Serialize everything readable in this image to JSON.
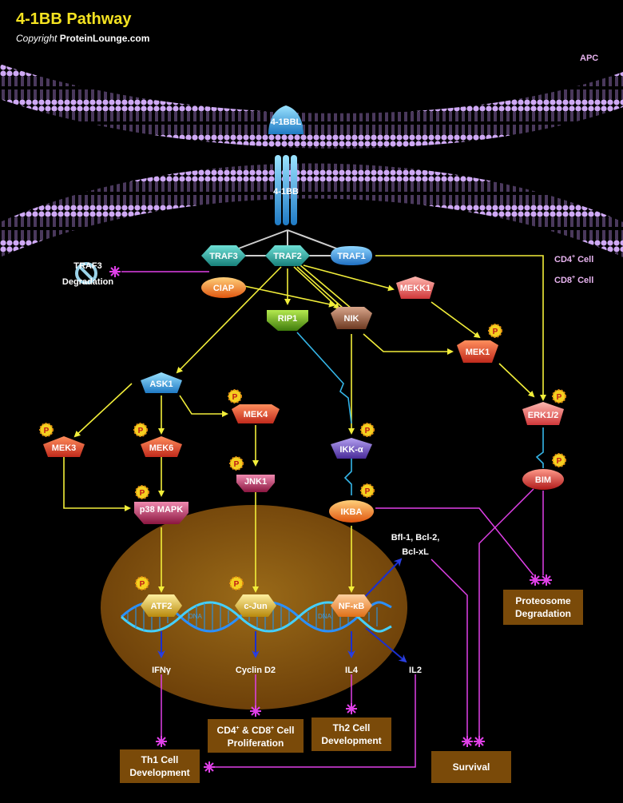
{
  "header": {
    "title": "4-1BB Pathway",
    "copyright_prefix": "Copyright",
    "copyright_site": "ProteinLounge.com"
  },
  "labels": {
    "apc": "APC",
    "cd4_cell": "CD4",
    "cd8_cell": "CD8",
    "cell_suffix": "Cell",
    "plus": "+",
    "traf3_degradation_1": "TRAF3",
    "traf3_degradation_2": "Degradation",
    "bfl_1": "Bfl-1, Bcl-2,",
    "bfl_2": "Bcl-xL",
    "dna": "DNA"
  },
  "nodes": {
    "ligand": "4-1BBL",
    "receptor": "4-1BB",
    "traf3": "TRAF3",
    "traf2": "TRAF2",
    "traf1": "TRAF1",
    "ciap": "CIAP",
    "mekk1": "MEKK1",
    "rip1": "RIP1",
    "nik": "NIK",
    "mek1": "MEK1",
    "ask1": "ASK1",
    "mek3": "MEK3",
    "mek6": "MEK6",
    "mek4": "MEK4",
    "ikka": "IKK-α",
    "erk12": "ERK1/2",
    "jnk1": "JNK1",
    "p38": "p38 MAPK",
    "ikba": "IKBA",
    "bim": "BIM",
    "atf2": "ATF2",
    "cjun": "c-Jun",
    "nfkb": "NF-κB"
  },
  "phospho": "P",
  "genes": {
    "ifng": "IFNγ",
    "cyclin": "Cyclin D2",
    "il4": "IL4",
    "il2": "IL2"
  },
  "outcomes": {
    "proteosome_1": "Proteosome",
    "proteosome_2": "Degradation",
    "th1_1": "Th1 Cell",
    "th1_2": "Development",
    "prolif_a": "CD4",
    "prolif_b": "& CD8",
    "prolif_c": "Cell",
    "prolif_2": "Proliferation",
    "th2_1": "Th2 Cell",
    "th2_2": "Development",
    "survival": "Survival"
  },
  "colors": {
    "membrane": "#c9a8f0",
    "activation_arrow": "#f2ee3a",
    "inhibition_arrow": "#e040e8",
    "transcription_arrow": "#1a2fd0",
    "link_arrow": "#35b6e8",
    "nucleus": "#8c5a12",
    "outcome_box": "#7a4a09",
    "title": "#f5e321",
    "cell_label": "#e8b4f0"
  }
}
